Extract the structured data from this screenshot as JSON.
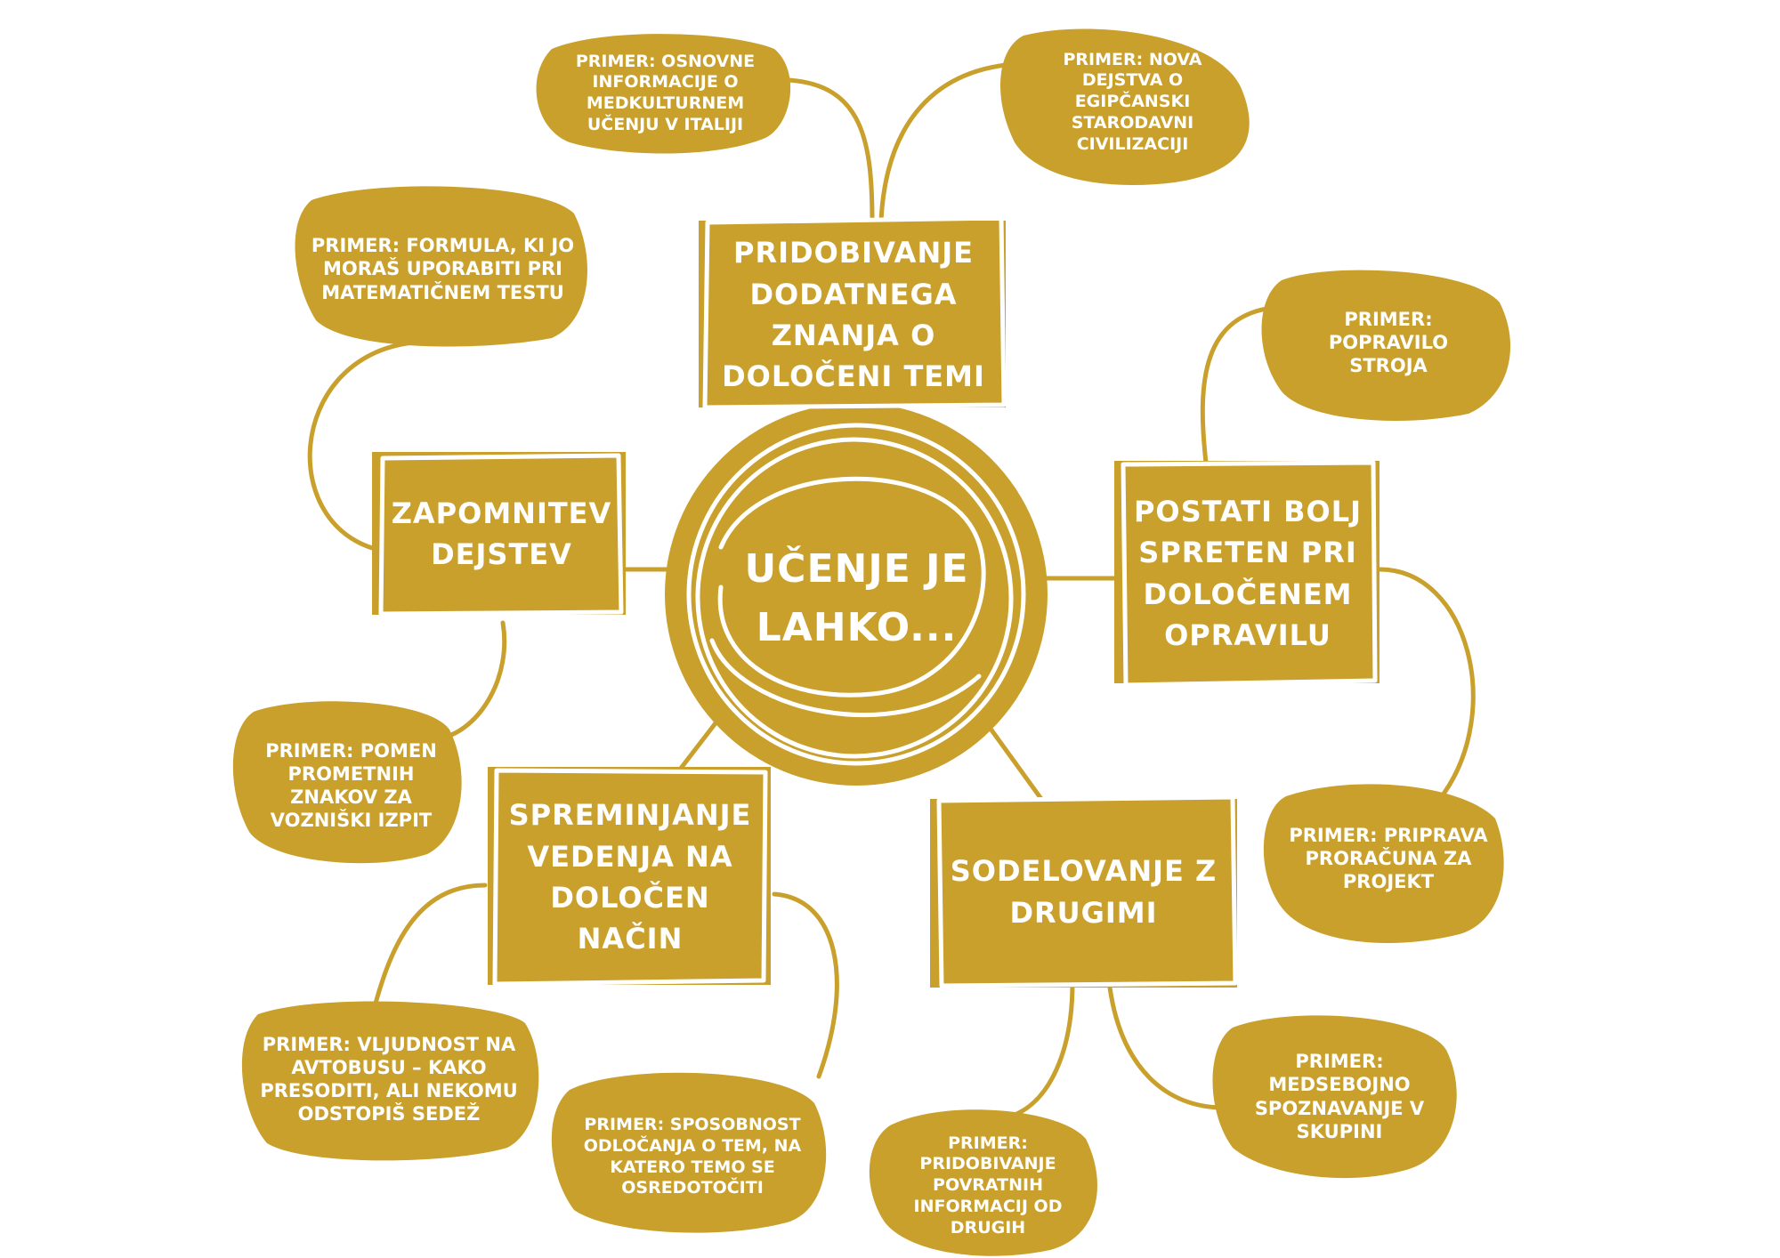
{
  "colors": {
    "fill": "#C9A02C",
    "stroke": "#C9A02C",
    "text": "#ffffff"
  },
  "center": {
    "label": "UČENJE JE LAHKO..."
  },
  "topics": {
    "top": "PRIDOBIVANJE DODATNEGA ZNANJA O DOLOČENI TEMI",
    "left": "ZAPOMNITEV DEJSTEV",
    "right": "POSTATI BOLJ SPRETEN PRI DOLOČENEM OPRAVILU",
    "bottom_left": "SPREMINJANJE VEDENJA NA DOLOČEN NAČIN",
    "bottom_right": "SODELOVANJE Z DRUGIMI"
  },
  "examples": {
    "top_left": "PRIMER: OSNOVNE INFORMACIJE O MEDKULTURNEM UČENJU V ITALIJI",
    "top_right": "PRIMER: NOVA DEJSTVA O EGIPČANSKI STARODAVNI CIVILIZACIJI",
    "left_top": "PRIMER: FORMULA, KI JO MORAŠ UPORABITI PRI MATEMATIČNEM TESTU",
    "left_bottom": "PRIMER: POMEN PROMETNIH ZNAKOV ZA VOZNIŠKI IZPIT",
    "right_top": "PRIMER: POPRAVILO STROJA",
    "right_bottom": "PRIMER: PRIPRAVA PRORAČUNA ZA PROJEKT",
    "bottom_left_a": "PRIMER: VLJUDNOST NA AVTOBUSU – KAKO PRESODITI, ALI NEKOMU ODSTOPIŠ SEDEŽ",
    "bottom_left_b": "PRIMER: SPOSOBNOST ODLOČANJA O TEM, NA KATERO TEMO SE OSREDOTOČITI",
    "bottom_right_a": "PRIMER: PRIDOBIVANJE POVRATNIH INFORMACIJ OD DRUGIH",
    "bottom_right_b": "PRIMER: MEDSEBOJNO SPOZNAVANJE V SKUPINI"
  }
}
